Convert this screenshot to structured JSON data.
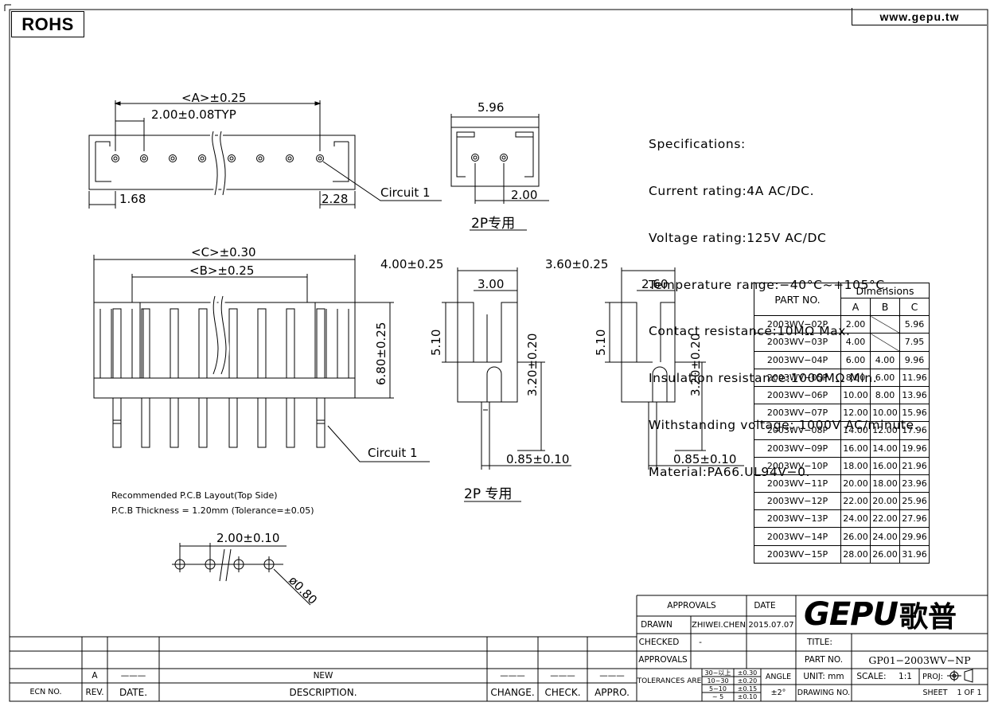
{
  "header": {
    "rohs": "ROHS",
    "website": "www.gepu.tw"
  },
  "specs": {
    "title": "Specifications:",
    "lines": [
      "Current rating:4A AC/DC.",
      "Voltage rating:125V AC/DC",
      "Temperature range:−40°C~+105°C.",
      "Contact resistance:10MΩ Max.",
      "Insulation resistance:1000MΩ Min.",
      "Withstanding voltage: 1000V AC/minute.",
      "Material:PA66.UL94V−0."
    ]
  },
  "top_view": {
    "dim_a": "<A>±0.25",
    "pitch": "2.00±0.08TYP",
    "left_offset": "1.68",
    "right_offset": "2.28",
    "circuit": "Circuit 1"
  },
  "end_view_top": {
    "width": "5.96",
    "pin_pitch": "2.00",
    "caption": "2P专用"
  },
  "front_view": {
    "dim_c": "<C>±0.30",
    "dim_b": "<B>±0.25",
    "height": "6.80±0.25",
    "circuit": "Circuit 1"
  },
  "side_view_1": {
    "width": "4.00±0.25",
    "inner": "3.00",
    "height": "5.10",
    "pin_h": "3.20±0.20",
    "pin": "0.85±0.10"
  },
  "side_view_2": {
    "width": "3.60±0.25",
    "inner": "2.60",
    "height": "5.10",
    "pin_h": "3.20±0.20",
    "pin": "0.85±0.10"
  },
  "side_caption": "2P 专用",
  "pcb": {
    "line1": "Recommended P.C.B Layout(Top Side)",
    "line2": "P.C.B Thickness = 1.20mm (Tolerance=±0.05)",
    "pitch": "2.00±0.10",
    "hole": "ø0.80"
  },
  "dimensions_table": {
    "col_part": "PART NO.",
    "col_group": "Dimensions",
    "cols": [
      "A",
      "B",
      "C"
    ],
    "rows": [
      [
        "2003WV−02P",
        "2.00",
        "",
        "5.96"
      ],
      [
        "2003WV−03P",
        "4.00",
        "",
        "7.95"
      ],
      [
        "2003WV−04P",
        "6.00",
        "4.00",
        "9.96"
      ],
      [
        "2003WV−05P",
        "8.00",
        "6.00",
        "11.96"
      ],
      [
        "2003WV−06P",
        "10.00",
        "8.00",
        "13.96"
      ],
      [
        "2003WV−07P",
        "12.00",
        "10.00",
        "15.96"
      ],
      [
        "2003WV−08P",
        "14.00",
        "12.00",
        "17.96"
      ],
      [
        "2003WV−09P",
        "16.00",
        "14.00",
        "19.96"
      ],
      [
        "2003WV−10P",
        "18.00",
        "16.00",
        "21.96"
      ],
      [
        "2003WV−11P",
        "20.00",
        "18.00",
        "23.96"
      ],
      [
        "2003WV−12P",
        "22.00",
        "20.00",
        "25.96"
      ],
      [
        "2003WV−13P",
        "24.00",
        "22.00",
        "27.96"
      ],
      [
        "2003WV−14P",
        "26.00",
        "24.00",
        "29.96"
      ],
      [
        "2003WV−15P",
        "28.00",
        "26.00",
        "31.96"
      ]
    ]
  },
  "title_block": {
    "approvals": "APPROVALS",
    "date": "DATE",
    "drawn": "DRAWN",
    "drawn_by": "ZHIWEI.CHEN",
    "drawn_date": "2015.07.07",
    "checked": "CHECKED",
    "checked_by": "-",
    "approvals2": "APPROVALS",
    "tolerances": "TOLERANCES ARE",
    "tol_ranges": [
      "30~以上",
      "10~30",
      "5~10",
      "~ 5"
    ],
    "tol_values": [
      "±0.30",
      "±0.20",
      "±0.15",
      "±0.10"
    ],
    "angle": "ANGLE",
    "angle_value": "±2°",
    "logo": "GEPU",
    "logo_cn": "歌普",
    "title_label": "TITLE:",
    "part_label": "PART NO.",
    "part_value": "GP01−2003WV−NP",
    "unit": "UNIT: mm",
    "scale": "SCALE:",
    "scale_value": "1:1",
    "proj": "PROJ:",
    "sheet": "SHEET",
    "sheet_value": "1 OF 1",
    "drawing_no": "DRAWING NO."
  },
  "revision_block": {
    "rev": "A",
    "dash": "———",
    "description": "NEW",
    "headers": [
      "ECN NO.",
      "REV.",
      "DATE.",
      "DESCRIPTION.",
      "CHANGE.",
      "CHECK.",
      "APPRO."
    ]
  }
}
